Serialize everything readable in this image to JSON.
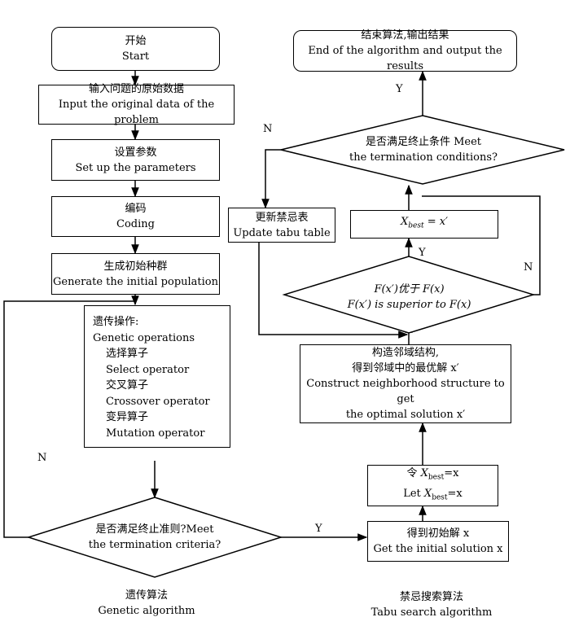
{
  "genetic": {
    "start_cn": "开始",
    "start_en": "Start",
    "input_cn": "输入问题的原始数据",
    "input_en": "Input the original data of the problem",
    "params_cn": "设置参数",
    "params_en": "Set up the parameters",
    "coding_cn": "编码",
    "coding_en": "Coding",
    "population_cn": "生成初始种群",
    "population_en": "Generate the initial population",
    "operations": {
      "title_cn": "遗传操作:",
      "title_en": "Genetic operations",
      "select_cn": "选择算子",
      "select_en": "Select operator",
      "crossover_cn": "交叉算子",
      "crossover_en": "Crossover operator",
      "mutation_cn": "变异算子",
      "mutation_en": "Mutation operator"
    },
    "criteria_cn": "是否满足终止准则?Meet",
    "criteria_en": "the termination criteria?",
    "label_cn": "遗传算法",
    "label_en": "Genetic algorithm"
  },
  "tabu": {
    "end_cn": "结束算法,输出结果",
    "end_en": "End of the algorithm and output the results",
    "term_cn": "是否满足终止条件 Meet",
    "term_en": "the termination conditions?",
    "update_cn": "更新禁忌表",
    "update_en": "Update tabu table",
    "xbest_update": "X_best = x′",
    "superior_cn": "F(x′)优于 F(x)",
    "superior_en": "F(x′) is superior to F(x)",
    "neigh_cn1": "构造邻域结构,",
    "neigh_cn2": "得到邻域中的最优解 x′",
    "neigh_en1": "Construct neighborhood structure to get",
    "neigh_en2": "the optimal solution x′",
    "assign_cn": "令 X_best=x",
    "assign_en": "Let X_best=x",
    "init_cn": "得到初始解 x",
    "init_en": "Get the initial solution x",
    "label_cn": "禁忌搜索算法",
    "label_en": "Tabu search algorithm"
  },
  "edge_labels": {
    "yes": "Y",
    "no": "N"
  }
}
